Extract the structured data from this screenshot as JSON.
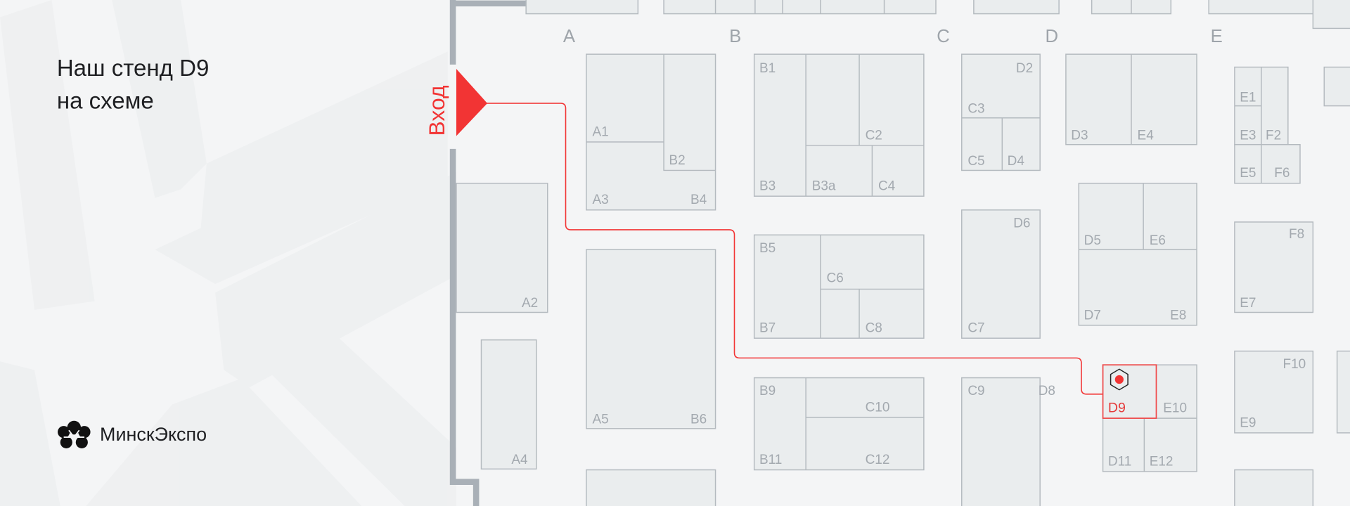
{
  "title": {
    "line1": "Наш стенд D9",
    "line2": "на схеме"
  },
  "logo": {
    "text": "МинскЭкспо"
  },
  "entrance": {
    "label": "Вход"
  },
  "map": {
    "columns": [
      "A",
      "B",
      "C",
      "D",
      "E"
    ],
    "highlighted_booth": "D9",
    "booths": [
      "A1",
      "B2",
      "A3",
      "B4",
      "A2",
      "A4",
      "A5",
      "B6",
      "B1",
      "C2",
      "B3",
      "B3a",
      "C4",
      "B5",
      "C6",
      "B7",
      "C8",
      "B9",
      "C10",
      "B11",
      "C12",
      "D2",
      "C3",
      "C5",
      "D4",
      "D6",
      "C7",
      "C9",
      "D8",
      "D3",
      "E4",
      "D5",
      "E6",
      "D7",
      "E8",
      "D9",
      "E10",
      "D11",
      "E12",
      "E1",
      "E3",
      "F2",
      "E5",
      "F6",
      "F8",
      "E7",
      "F10",
      "E9"
    ]
  },
  "colors": {
    "accent": "#f23434",
    "wall": "#a9b0b7",
    "booth": "#eaedee",
    "text": "#1e1f22"
  }
}
